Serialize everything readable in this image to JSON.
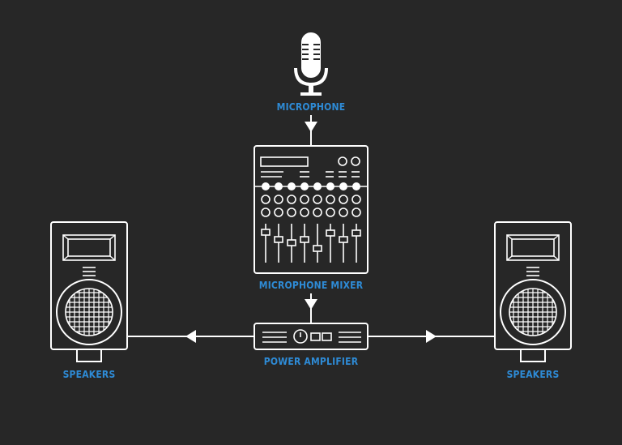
{
  "labels": {
    "microphone": "MICROPHONE",
    "mixer": "MICROPHONE MIXER",
    "amplifier": "POWER AMPLIFIER",
    "speakers_left": "SPEAKERS",
    "speakers_right": "SPEAKERS"
  },
  "icons": [
    "microphone-icon",
    "mixer-icon",
    "amplifier-icon",
    "speaker-icon"
  ],
  "colors": {
    "background": "#272727",
    "label": "#2e8bd6",
    "stroke": "#ffffff"
  }
}
